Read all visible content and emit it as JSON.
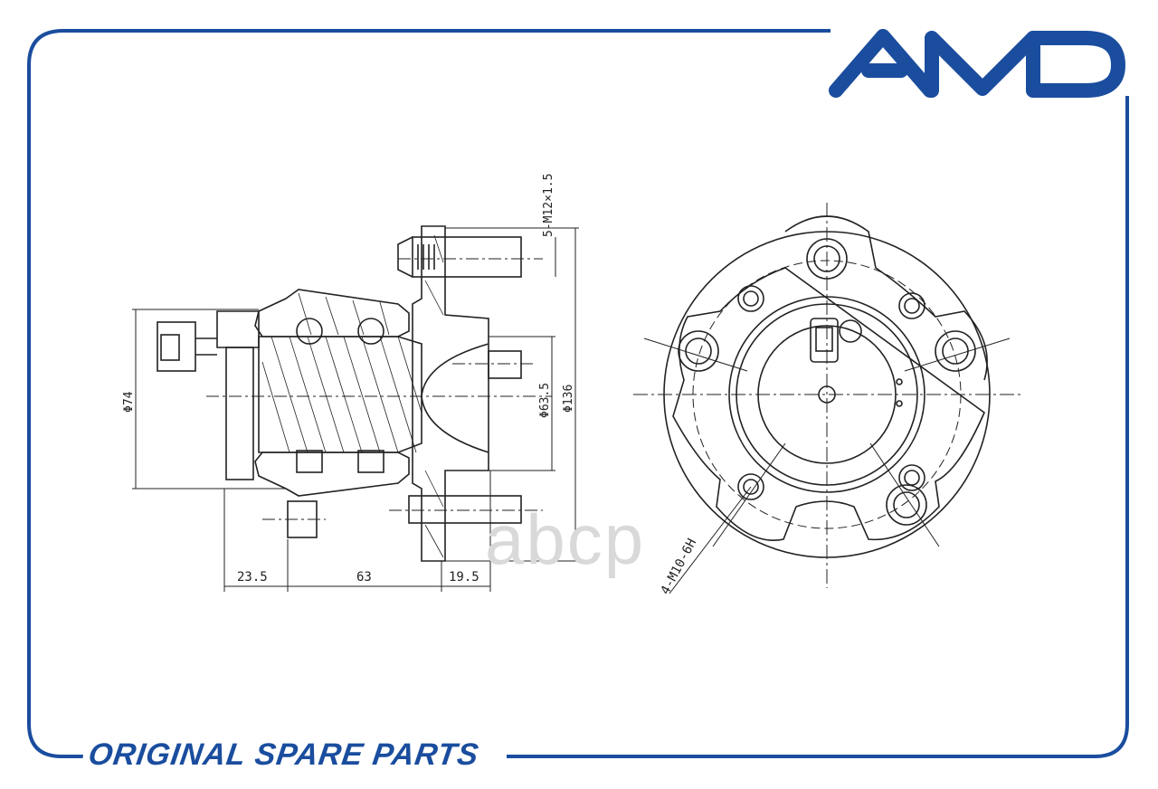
{
  "brand": {
    "logo_text": "AMD",
    "footer_text": "ORIGINAL SPARE PARTS",
    "primary_color": "#1a4d9e"
  },
  "watermark": {
    "text": "abcp",
    "color": "#d9d9d9"
  },
  "drawing": {
    "line_color": "#222222",
    "dimensions": {
      "stud_thread": "5-M12×1.5",
      "bore_diameter": "Φ74",
      "pilot_diameter": "Φ63.5",
      "flange_diameter": "Φ136",
      "length_left": "23.5",
      "length_mid": "63",
      "length_right": "19.5",
      "mount_threads": "4-M10-6H"
    }
  }
}
